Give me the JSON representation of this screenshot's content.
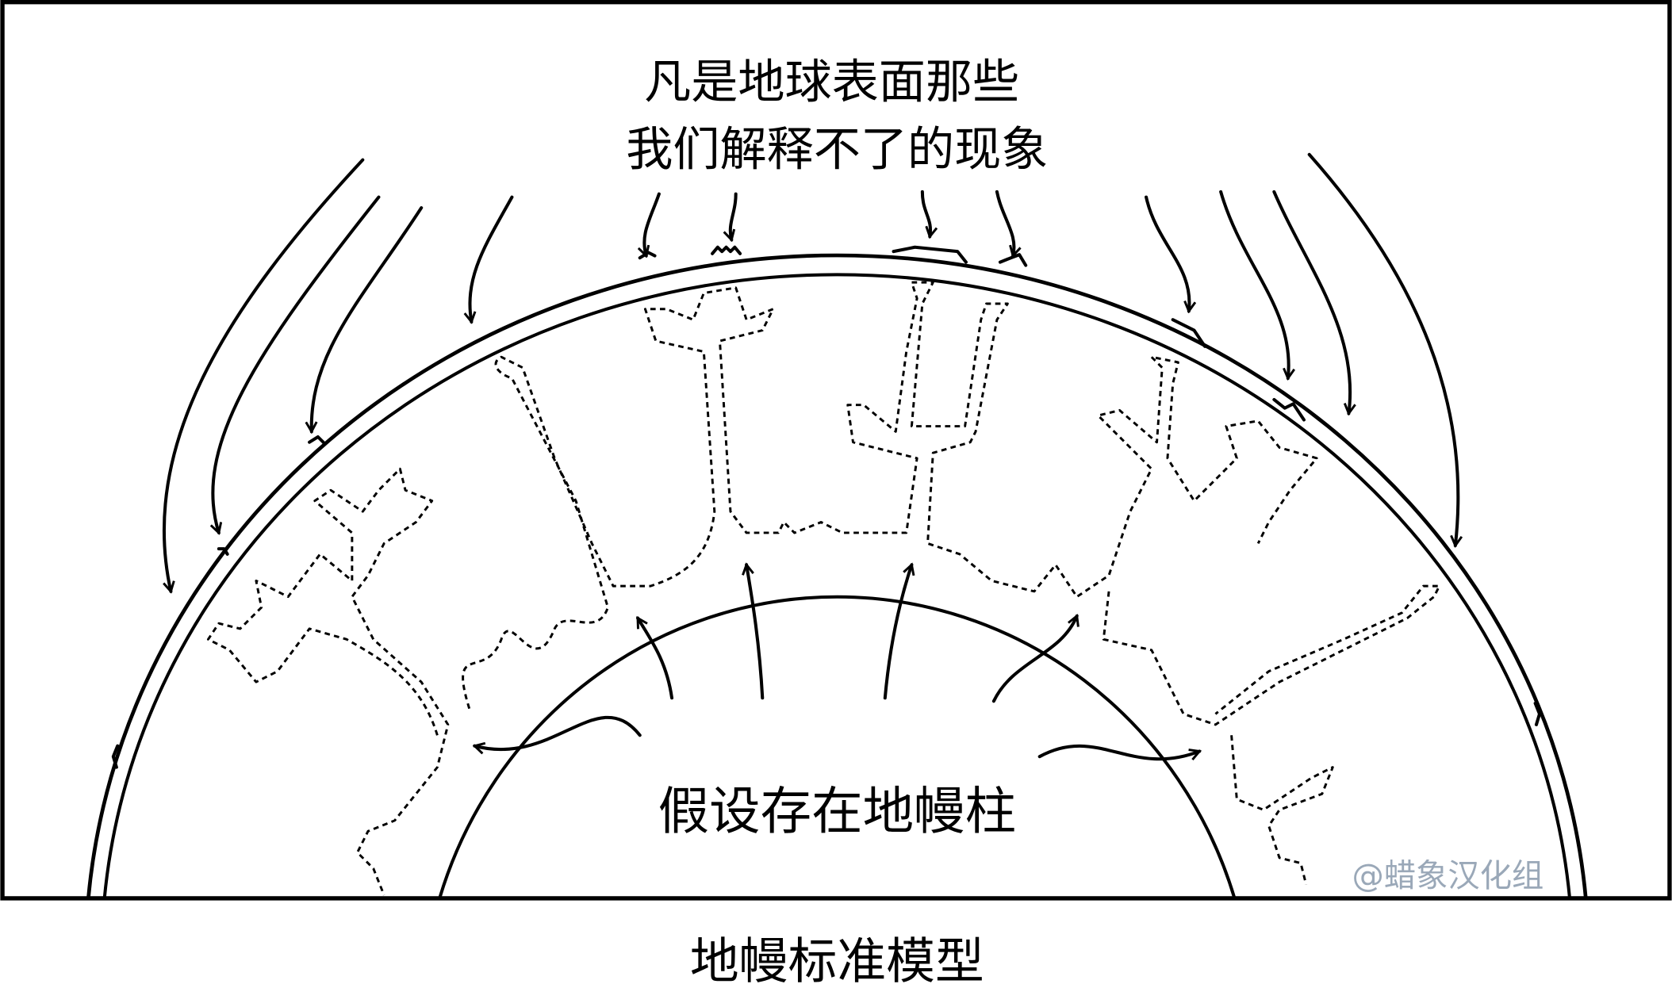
{
  "caption_top": [
    "凡是地球表面那些",
    "我们解释不了的现象"
  ],
  "plume_label": "假设存在地幔柱",
  "watermark": "@蜡象汉化组",
  "title": "地幔标准模型",
  "colors": {
    "ink": "#000000",
    "watermark": "#9aa8b8",
    "background": "#ffffff"
  }
}
